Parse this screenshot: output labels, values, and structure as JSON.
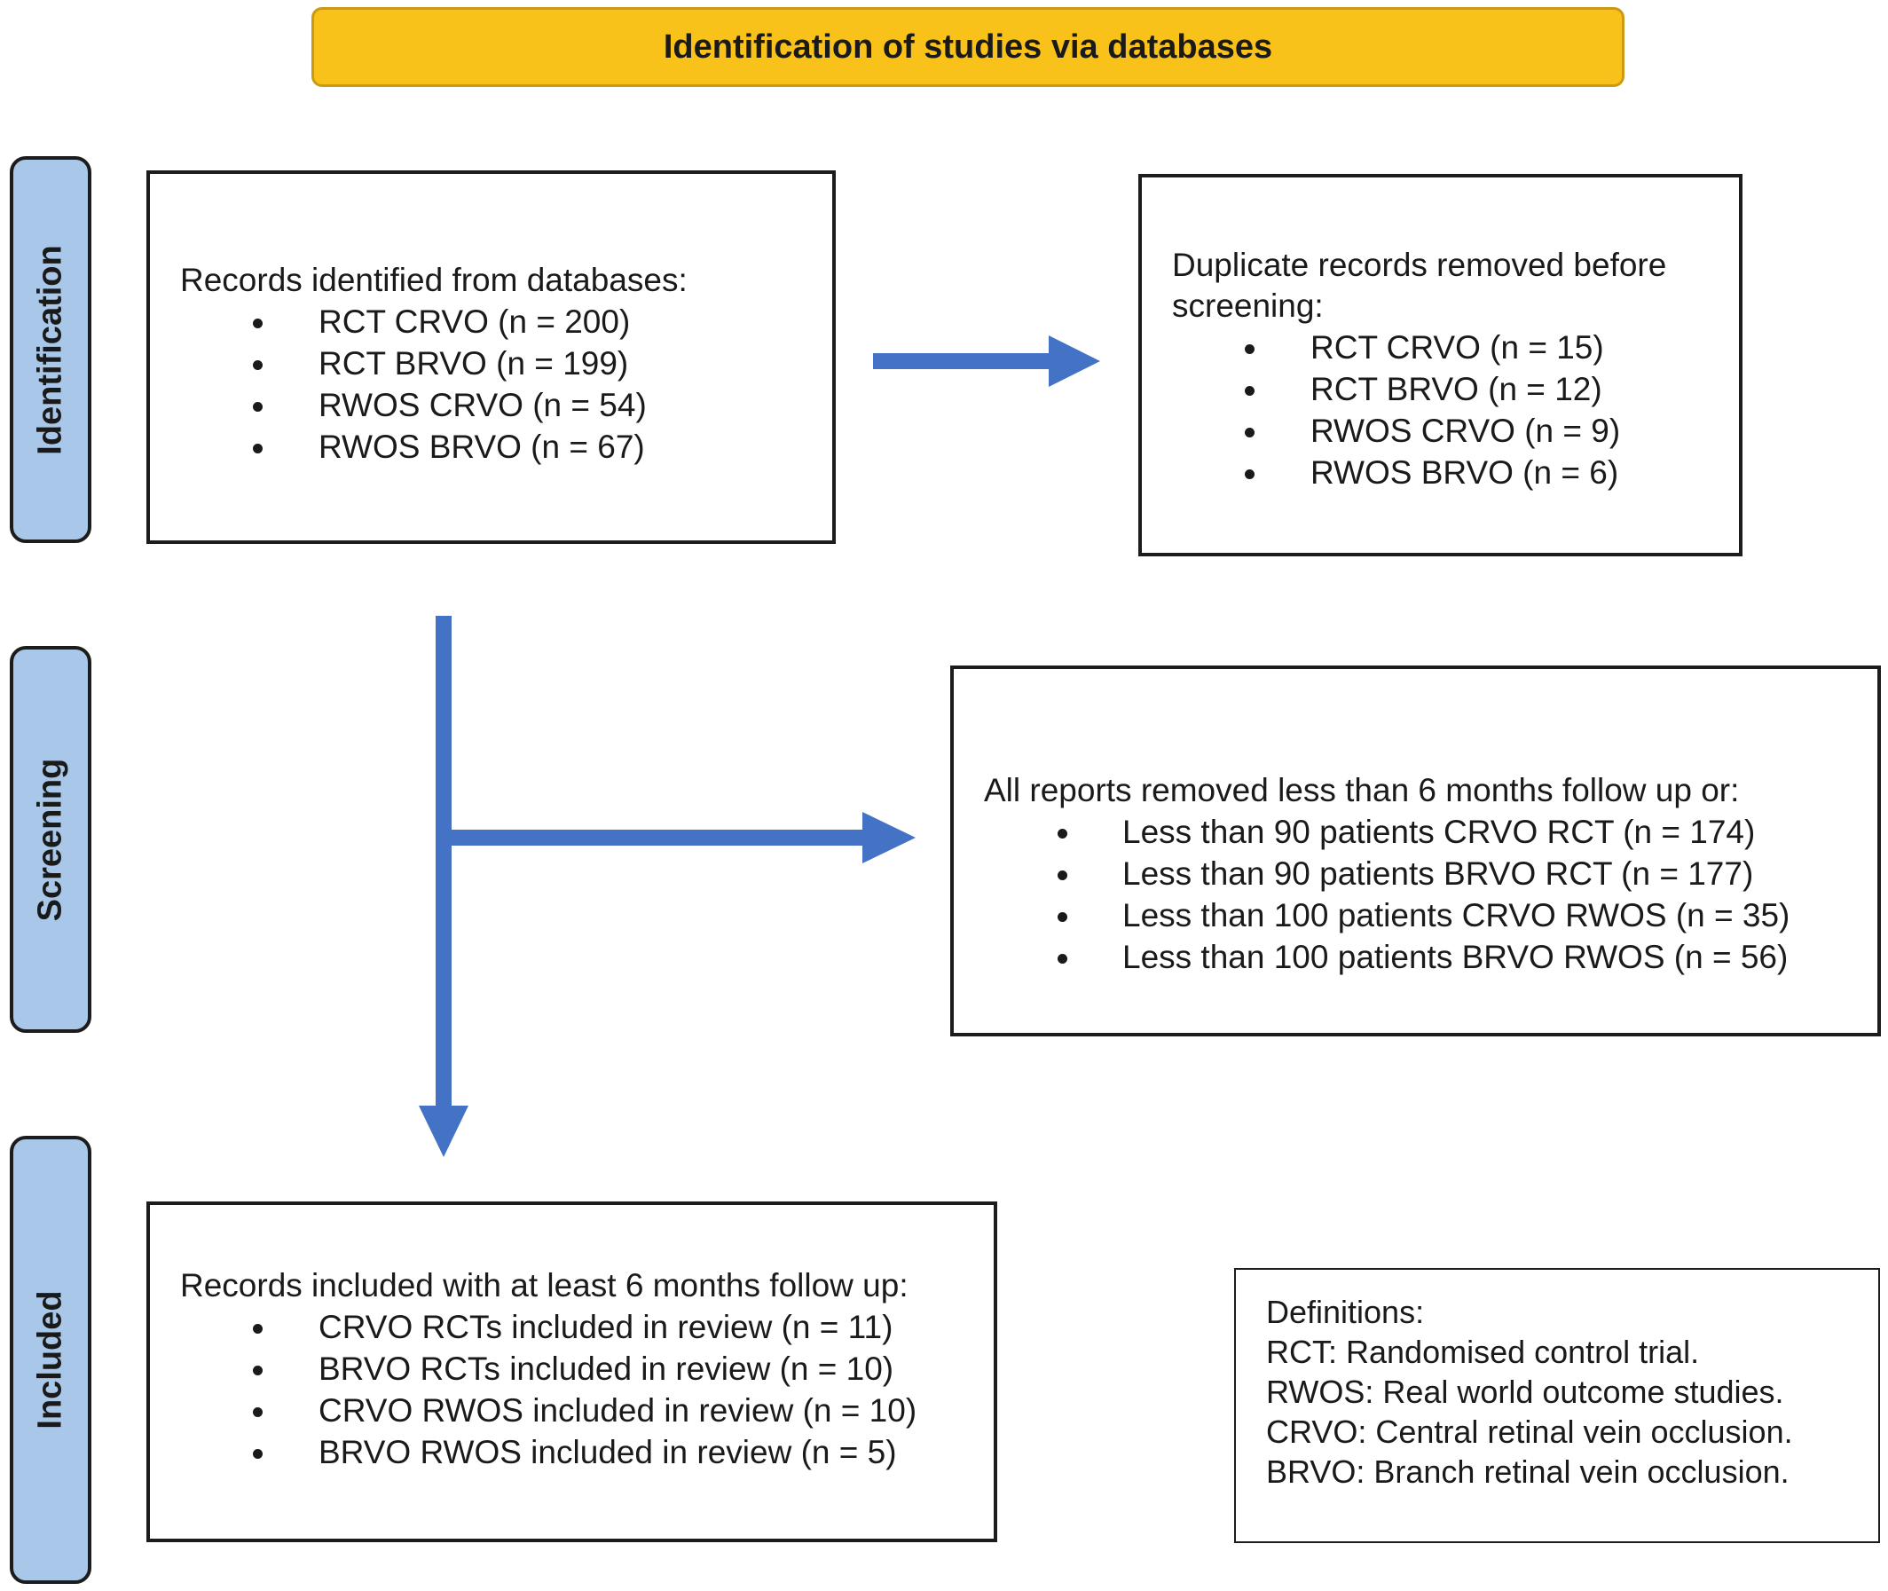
{
  "header": {
    "title": "Identification of studies via databases"
  },
  "stages": {
    "identification": "Identification",
    "screening": "Screening",
    "included": "Included"
  },
  "records_identified": {
    "title": "Records identified from databases:",
    "items": [
      "RCT CRVO (n = 200)",
      "RCT BRVO (n = 199)",
      "RWOS CRVO (n = 54)",
      "RWOS BRVO (n = 67)"
    ]
  },
  "duplicates_removed": {
    "title_line1": "Duplicate records removed before",
    "title_line2": "screening:",
    "items": [
      "RCT CRVO (n = 15)",
      "RCT BRVO (n = 12)",
      "RWOS CRVO (n = 9)",
      "RWOS BRVO (n = 6)"
    ]
  },
  "reports_removed": {
    "title": "All reports removed less than 6 months follow up or:",
    "items": [
      "Less than 90 patients CRVO RCT (n = 174)",
      "Less than 90 patients BRVO RCT (n = 177)",
      "Less than 100 patients CRVO RWOS (n = 35)",
      "Less than 100 patients BRVO RWOS (n = 56)"
    ]
  },
  "records_included": {
    "title": "Records included with at least 6 months follow up:",
    "items": [
      "CRVO RCTs included in review (n = 11)",
      "BRVO RCTs included in review (n = 10)",
      "CRVO RWOS included in review (n = 10)",
      "BRVO RWOS included in review (n = 5)"
    ]
  },
  "definitions": {
    "lines": [
      "Definitions:",
      "RCT: Randomised control trial.",
      "RWOS: Real world outcome studies.",
      "CRVO: Central retinal vein occlusion.",
      "BRVO: Branch retinal vein occlusion."
    ]
  },
  "colors": {
    "header_fill": "#f8c21a",
    "stage_fill": "#a9c8e9",
    "arrow": "#4472c4"
  }
}
